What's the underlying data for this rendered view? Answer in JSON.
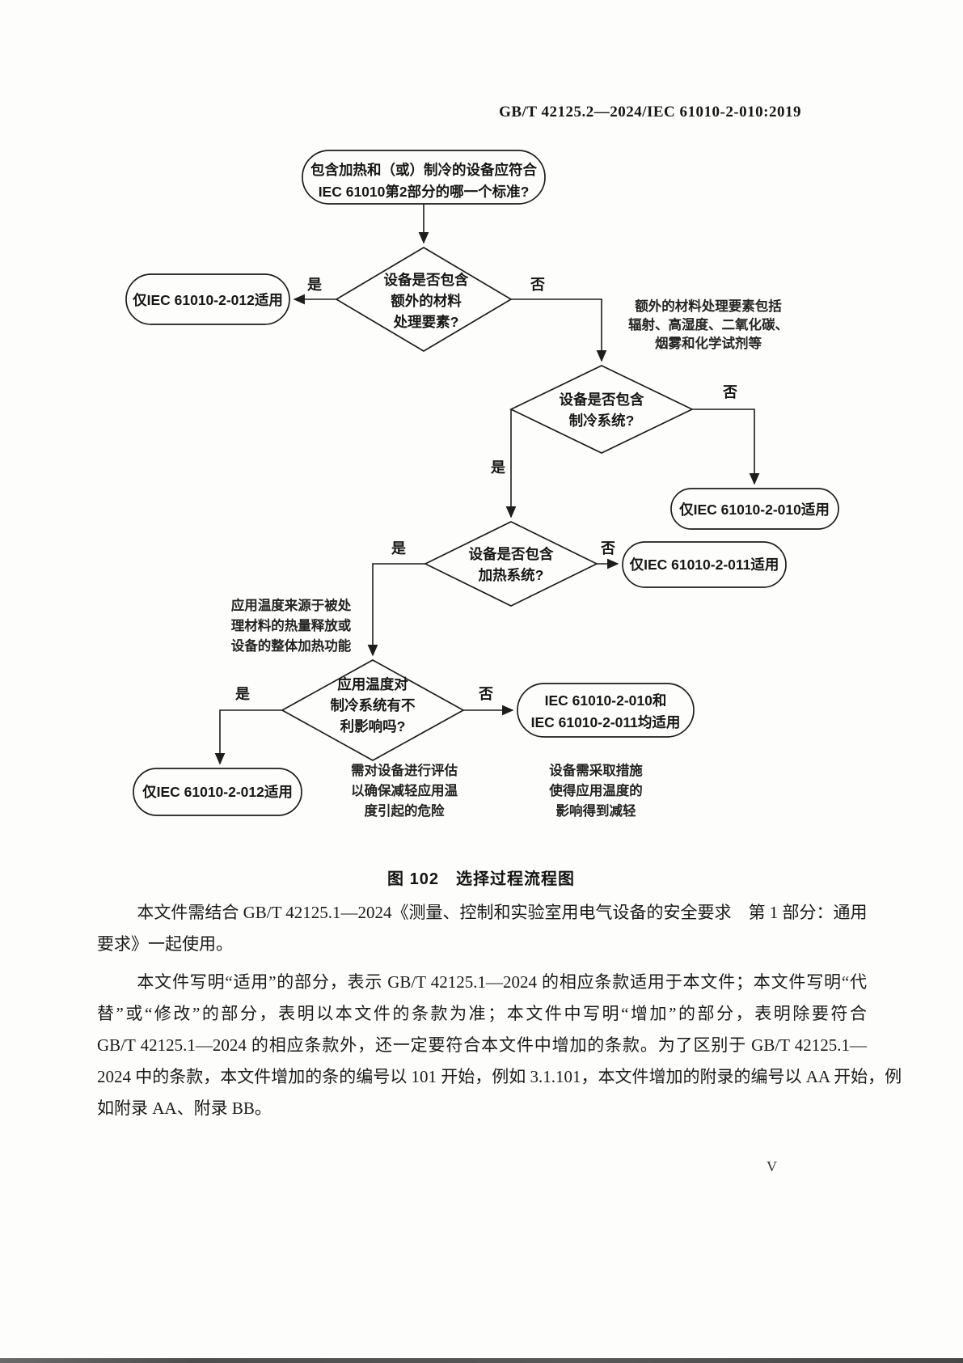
{
  "page": {
    "header": "GB/T 42125.2—2024/IEC 61010-2-010:2019",
    "caption": "图 102　选择过程流程图",
    "page_number": "V"
  },
  "flow": {
    "labels": {
      "yes": "是",
      "no": "否"
    },
    "start": {
      "lines": [
        "包含加热和（或）制冷的设备应符合",
        "IEC 61010第2部分的哪一个标准?"
      ]
    },
    "d1": {
      "lines": [
        "设备是否包含",
        "额外的材料",
        "处理要素?"
      ]
    },
    "b012top": {
      "label": "仅IEC 61010-2-012适用"
    },
    "note_materials": {
      "lines": [
        "额外的材料处理要素包括",
        "辐射、高湿度、二氧化碳、",
        "烟雾和化学试剂等"
      ]
    },
    "d2": {
      "lines": [
        "设备是否包含",
        "制冷系统?"
      ]
    },
    "b010": {
      "label": "仅IEC 61010-2-010适用"
    },
    "d3": {
      "lines": [
        "设备是否包含",
        "加热系统?"
      ]
    },
    "b011": {
      "label": "仅IEC 61010-2-011适用"
    },
    "note_app_temp": {
      "lines": [
        "应用温度来源于被处",
        "理材料的热量释放或",
        "设备的整体加热功能"
      ]
    },
    "d4": {
      "lines": [
        "应用温度对",
        "制冷系统有不",
        "利影响吗?"
      ]
    },
    "b012bottom": {
      "label": "仅IEC 61010-2-012适用"
    },
    "b010011": {
      "lines": [
        "IEC 61010-2-010和",
        "IEC 61010-2-011均适用"
      ]
    },
    "note_assess": {
      "lines": [
        "需对设备进行评估",
        "以确保减轻应用温",
        "度引起的危险"
      ]
    },
    "note_measures": {
      "lines": [
        "设备需采取措施",
        "使得应用温度的",
        "影响得到减轻"
      ]
    }
  },
  "body": {
    "para1": [
      "本文件需结合 GB/T 42125.1—2024《测量、控制和实验室用电气设备的安全要求　第 1 部分：通用",
      "要求》一起使用。"
    ],
    "para2": [
      "本文件写明“适用”的部分，表示 GB/T 42125.1—2024 的相应条款适用于本文件；本文件写明“代",
      "替”或“修改”的部分，表明以本文件的条款为准；本文件中写明“增加”的部分，表明除要符合",
      "GB/T 42125.1—2024 的相应条款外，还一定要符合本文件中增加的条款。为了区别于 GB/T 42125.1—",
      "2024 中的条款，本文件增加的条的编号以 101 开始，例如 3.1.101，本文件增加的附录的编号以 AA 开始，例",
      "如附录 AA、附录 BB。"
    ]
  }
}
